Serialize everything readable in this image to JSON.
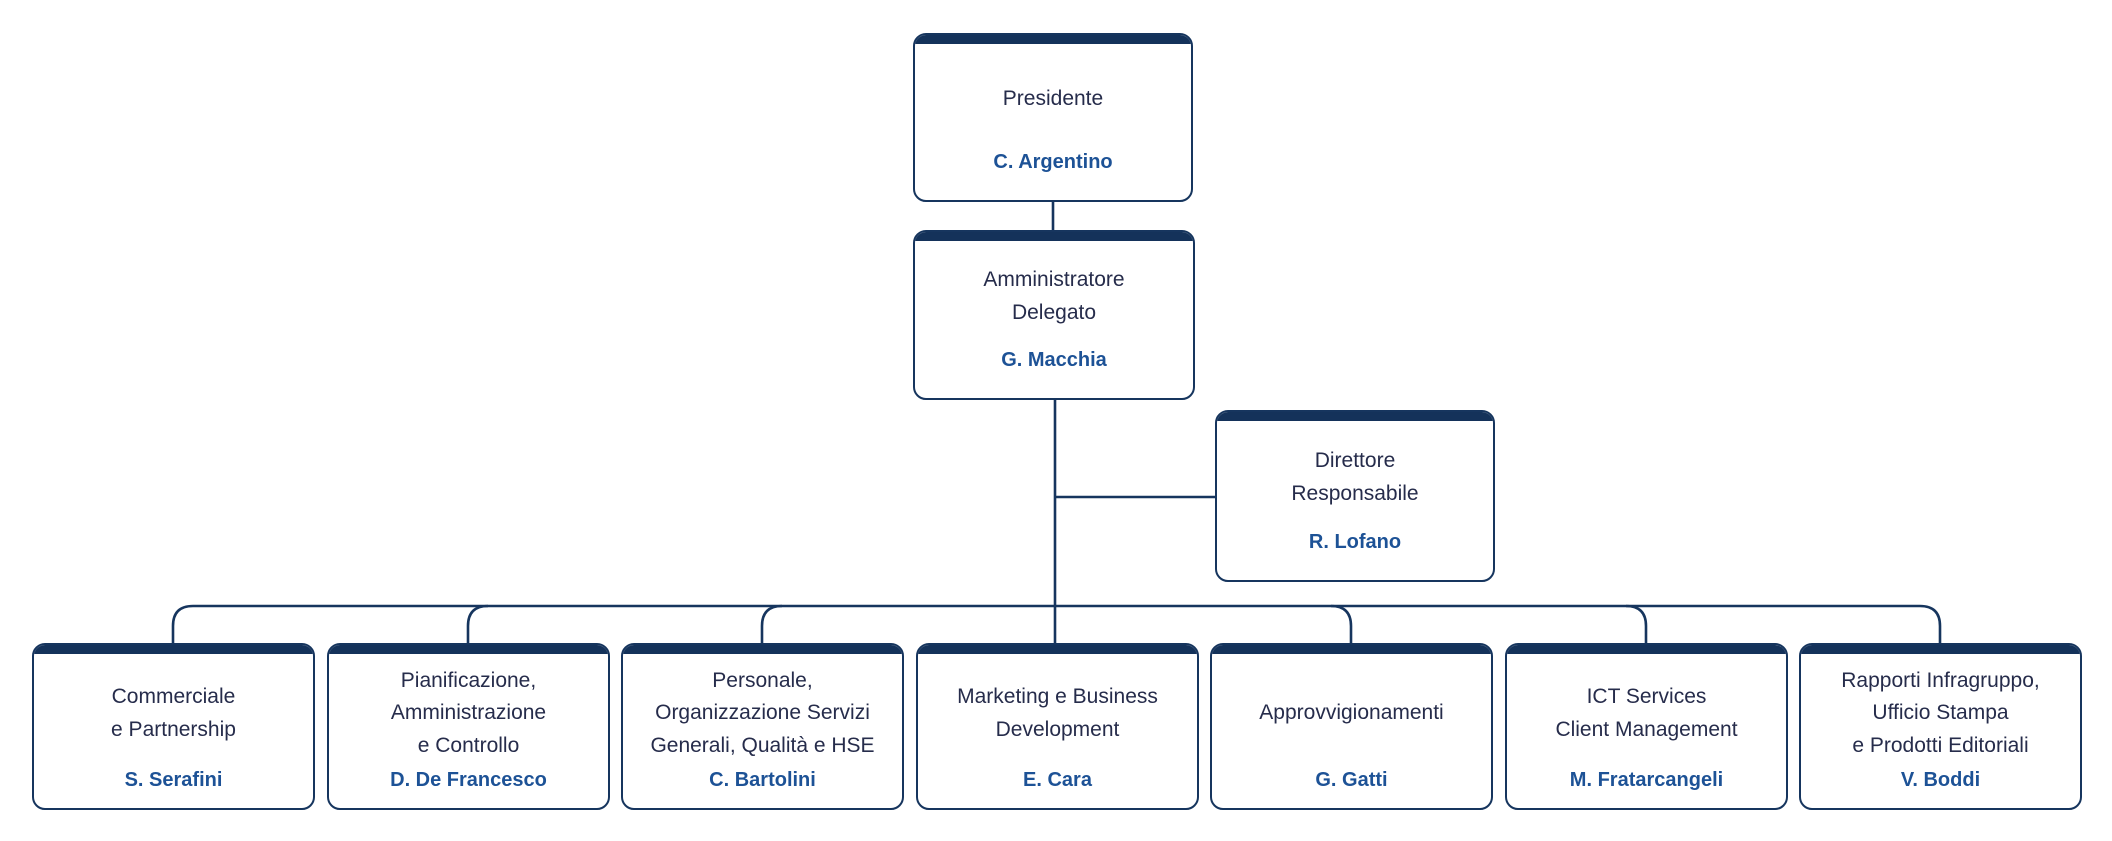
{
  "palette": {
    "line_navy": "#16355e",
    "bar_navy": "#14325a",
    "title_color": "#262c4b",
    "name_color": "#1d5296",
    "background": "#ffffff"
  },
  "org": {
    "root": {
      "title": "Presidente",
      "name": "C. Argentino"
    },
    "ceo": {
      "title": "Amministratore\nDelegato",
      "name": "G. Macchia"
    },
    "staff": {
      "title": "Direttore\nResponsabile",
      "name": "R. Lofano"
    },
    "reports": [
      {
        "title": "Commerciale\ne Partnership",
        "name": "S. Serafini"
      },
      {
        "title": "Pianificazione,\nAmministrazione\ne Controllo",
        "name": "D. De Francesco"
      },
      {
        "title": "Personale,\nOrganizzazione Servizi\nGenerali, Qualità e HSE",
        "name": "C. Bartolini"
      },
      {
        "title": "Marketing e Business\nDevelopment",
        "name": "E. Cara"
      },
      {
        "title": "Approvvigionamenti",
        "name": "G. Gatti"
      },
      {
        "title": "ICT Services\nClient Management",
        "name": "M. Fratarcangeli"
      },
      {
        "title": "Rapporti Infragruppo,\nUfficio Stampa\ne Prodotti Editoriali",
        "name": "V. Boddi"
      }
    ]
  }
}
